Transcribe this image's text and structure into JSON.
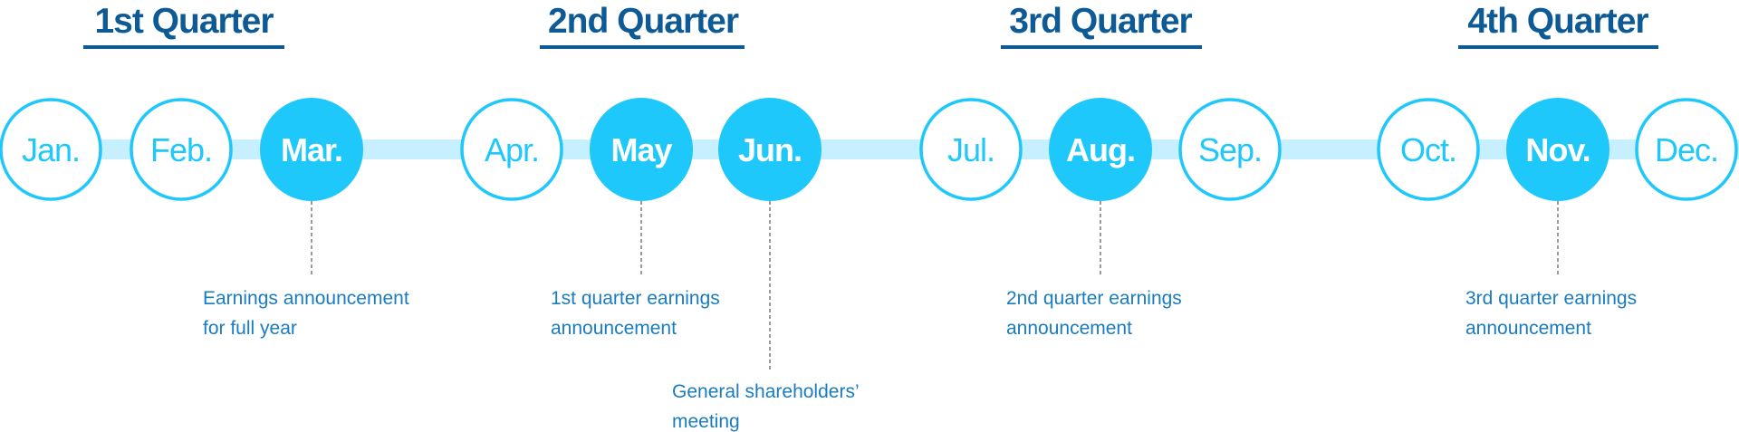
{
  "colors": {
    "title": "#0d5a94",
    "accent": "#1ec8fa",
    "track": "#c6efff",
    "note_text": "#1a7cc0",
    "leader": "#7a7a7a",
    "white": "#ffffff"
  },
  "quarters": [
    {
      "label": "1st Quarter"
    },
    {
      "label": "2nd Quarter"
    },
    {
      "label": "3rd Quarter"
    },
    {
      "label": "4th Quarter"
    }
  ],
  "months": [
    {
      "label": "Jan.",
      "highlighted": false
    },
    {
      "label": "Feb.",
      "highlighted": false
    },
    {
      "label": "Mar.",
      "highlighted": true
    },
    {
      "label": "Apr.",
      "highlighted": false
    },
    {
      "label": "May",
      "highlighted": true
    },
    {
      "label": "Jun.",
      "highlighted": true
    },
    {
      "label": "Jul.",
      "highlighted": false
    },
    {
      "label": "Aug.",
      "highlighted": true
    },
    {
      "label": "Sep.",
      "highlighted": false
    },
    {
      "label": "Oct.",
      "highlighted": false
    },
    {
      "label": "Nov.",
      "highlighted": true
    },
    {
      "label": "Dec.",
      "highlighted": false
    }
  ],
  "events": [
    {
      "month": "Mar.",
      "lines": [
        "Earnings announcement",
        "for full year"
      ]
    },
    {
      "month": "May",
      "lines": [
        "1st quarter earnings",
        "announcement"
      ]
    },
    {
      "month": "Jun.",
      "lines": [
        "General shareholders’",
        "meeting"
      ]
    },
    {
      "month": "Aug.",
      "lines": [
        "2nd quarter earnings",
        "announcement"
      ]
    },
    {
      "month": "Nov.",
      "lines": [
        "3rd quarter earnings",
        "announcement"
      ]
    }
  ]
}
